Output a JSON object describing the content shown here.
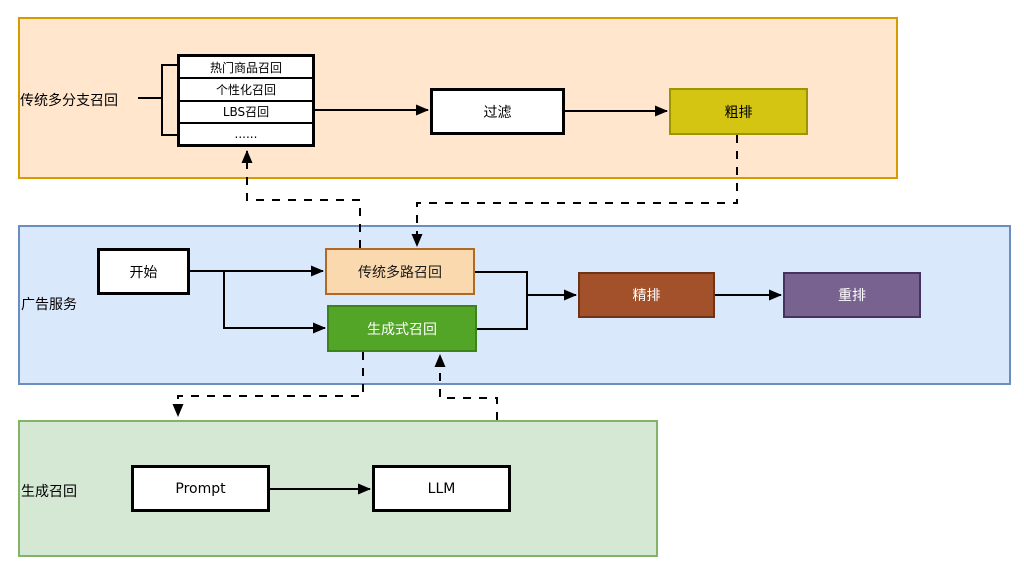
{
  "sections": {
    "traditional_multibranch": {
      "label": "传统多分支召回",
      "recall_stack": [
        "热门商品召回",
        "个性化召回",
        "LBS召回",
        "......"
      ],
      "filter": "过滤",
      "coarse_ranking": "粗排"
    },
    "ad_service": {
      "label": "广告服务",
      "start": "开始",
      "traditional_recall": "传统多路召回",
      "generative_recall": "生成式召回",
      "fine_ranking": "精排",
      "re_ranking": "重排"
    },
    "generative_recall_service": {
      "label": "生成召回",
      "prompt": "Prompt",
      "llm": "LLM"
    }
  },
  "colors": {
    "band_traditional_fill": "#ffe6cc",
    "band_traditional_stroke": "#d79b00",
    "band_ad_fill": "#dae8fc",
    "band_ad_stroke": "#6c8ebf",
    "band_generative_fill": "#d5e8d4",
    "band_generative_stroke": "#82b366",
    "coarse_fill": "#d5c513",
    "coarse_stroke": "#9e9400",
    "trad_recall_fill": "#fbd9ae",
    "trad_recall_stroke": "#b06a24",
    "gen_recall_fill": "#52a526",
    "gen_recall_stroke": "#3c831b",
    "fine_fill": "#a3512b",
    "fine_stroke": "#6f3416",
    "rerank_fill": "#786390",
    "rerank_stroke": "#45325f",
    "connector": "#000000"
  }
}
